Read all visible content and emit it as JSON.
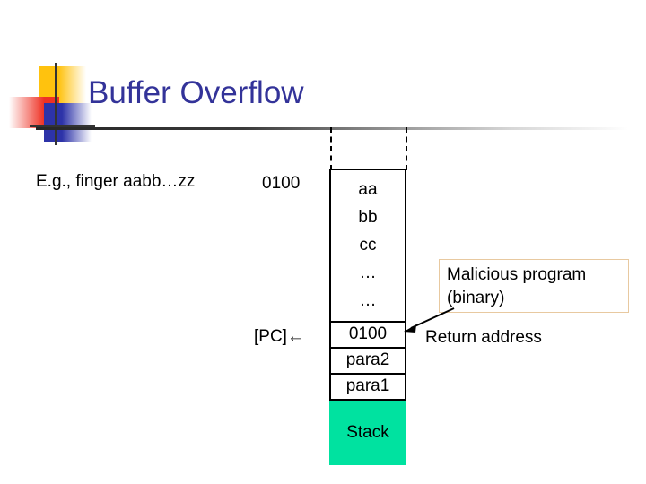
{
  "slide": {
    "title": "Buffer Overflow",
    "title_color": "#333399"
  },
  "logo": {
    "name": "decorative-powerpoint-logo",
    "colors": {
      "yellow": "#FFC20E",
      "red": "#EE3124",
      "blue": "#2D33A8",
      "crosshair": "#333333"
    }
  },
  "body": {
    "example_text": "E.g., finger aabb…zz",
    "example_address": "0100",
    "pc_label": "[PC]←",
    "return_address_label": "Return address"
  },
  "callout": {
    "line1": "Malicious program",
    "line2": "(binary)",
    "border_color": "#E8C9A0"
  },
  "stack": {
    "buffer_rows": [
      "aa",
      "bb",
      "cc",
      "…",
      "…"
    ],
    "return_slot": "0100",
    "param2": "para2",
    "param1": "para1",
    "bottom_label": "Stack",
    "bottom_color": "#00E2A0",
    "border_color": "#000000"
  }
}
